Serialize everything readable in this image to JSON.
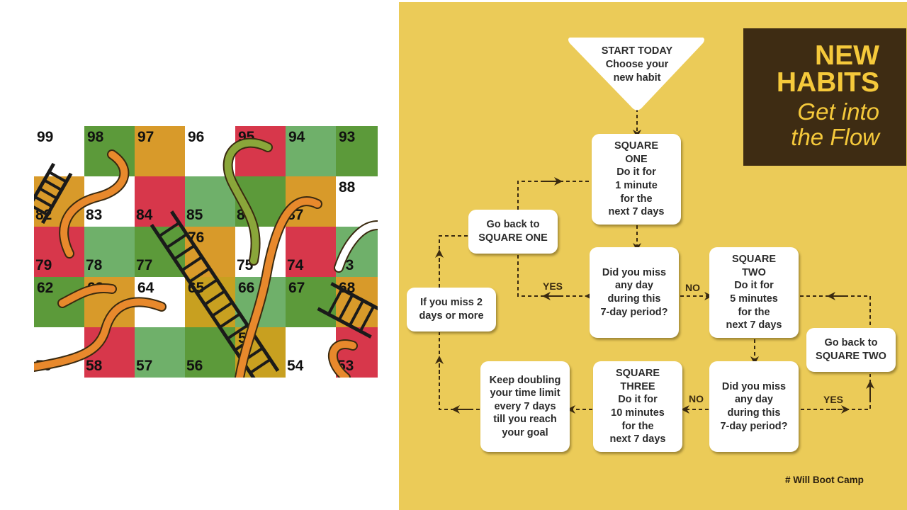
{
  "board": {
    "colors": {
      "white": "#ffffff",
      "green": "#5c9a3a",
      "light_green": "#6fb06a",
      "orange": "#d89a2a",
      "red": "#d7374b",
      "dark_yellow": "#c8a020"
    },
    "rows": [
      [
        {
          "n": "99",
          "c": "white"
        },
        {
          "n": "98",
          "c": "green"
        },
        {
          "n": "97",
          "c": "orange"
        },
        {
          "n": "96",
          "c": "white"
        },
        {
          "n": "95",
          "c": "red"
        },
        {
          "n": "94",
          "c": "light_green"
        },
        {
          "n": "93",
          "c": "green"
        }
      ],
      [
        {
          "n": "82",
          "c": "orange"
        },
        {
          "n": "83",
          "c": "white"
        },
        {
          "n": "84",
          "c": "red"
        },
        {
          "n": "85",
          "c": "light_green"
        },
        {
          "n": "86",
          "c": "green"
        },
        {
          "n": "87",
          "c": "orange"
        },
        {
          "n": "88",
          "c": "white"
        }
      ],
      [
        {
          "n": "79",
          "c": "red"
        },
        {
          "n": "78",
          "c": "light_green"
        },
        {
          "n": "77",
          "c": "green"
        },
        {
          "n": "76",
          "c": "orange"
        },
        {
          "n": "75",
          "c": "white"
        },
        {
          "n": "74",
          "c": "red"
        },
        {
          "n": "73",
          "c": "light_green"
        }
      ],
      [
        {
          "n": "62",
          "c": "green"
        },
        {
          "n": "63",
          "c": "orange"
        },
        {
          "n": "64",
          "c": "white"
        },
        {
          "n": "65",
          "c": "dark_yellow"
        },
        {
          "n": "66",
          "c": "light_green"
        },
        {
          "n": "67",
          "c": "green"
        },
        {
          "n": "68",
          "c": "orange"
        }
      ],
      [
        {
          "n": "59",
          "c": "white"
        },
        {
          "n": "58",
          "c": "red"
        },
        {
          "n": "57",
          "c": "light_green"
        },
        {
          "n": "56",
          "c": "green"
        },
        {
          "n": "55",
          "c": "dark_yellow"
        },
        {
          "n": "54",
          "c": "white"
        },
        {
          "n": "53",
          "c": "red"
        }
      ]
    ]
  },
  "flowchart": {
    "background_color": "#ebcb58",
    "title": {
      "main": "NEW\nHABITS",
      "sub": "Get into\nthe Flow",
      "accent_color": "#f5c93b",
      "block_color": "#3e2c13"
    },
    "start": {
      "heading": "START TODAY",
      "text": "Choose your\nnew habit"
    },
    "boxes": {
      "square_one": "SQUARE\nONE\nDo it for\n1 minute\nfor the\nnext 7 days",
      "go_back_one": "Go back to\nSQUARE ONE",
      "miss_question_1": "Did you miss\nany day\nduring this\n7-day period?",
      "square_two": "SQUARE\nTWO\nDo it for\n5 minutes\nfor the\nnext 7 days",
      "miss_two_days": "If you miss 2\ndays or more",
      "go_back_two": "Go back to\nSQUARE TWO",
      "keep_doubling": "Keep doubling\nyour time limit\nevery 7 days\ntill you reach\nyour goal",
      "square_three": "SQUARE\nTHREE\nDo it for\n10 minutes\nfor the\nnext 7 days",
      "miss_question_2": "Did you miss\nany day\nduring this\n7-day period?"
    },
    "labels": {
      "yes_1": "YES",
      "no_1": "NO",
      "no_2": "NO",
      "yes_2": "YES"
    },
    "footer": "# Will Boot Camp"
  }
}
